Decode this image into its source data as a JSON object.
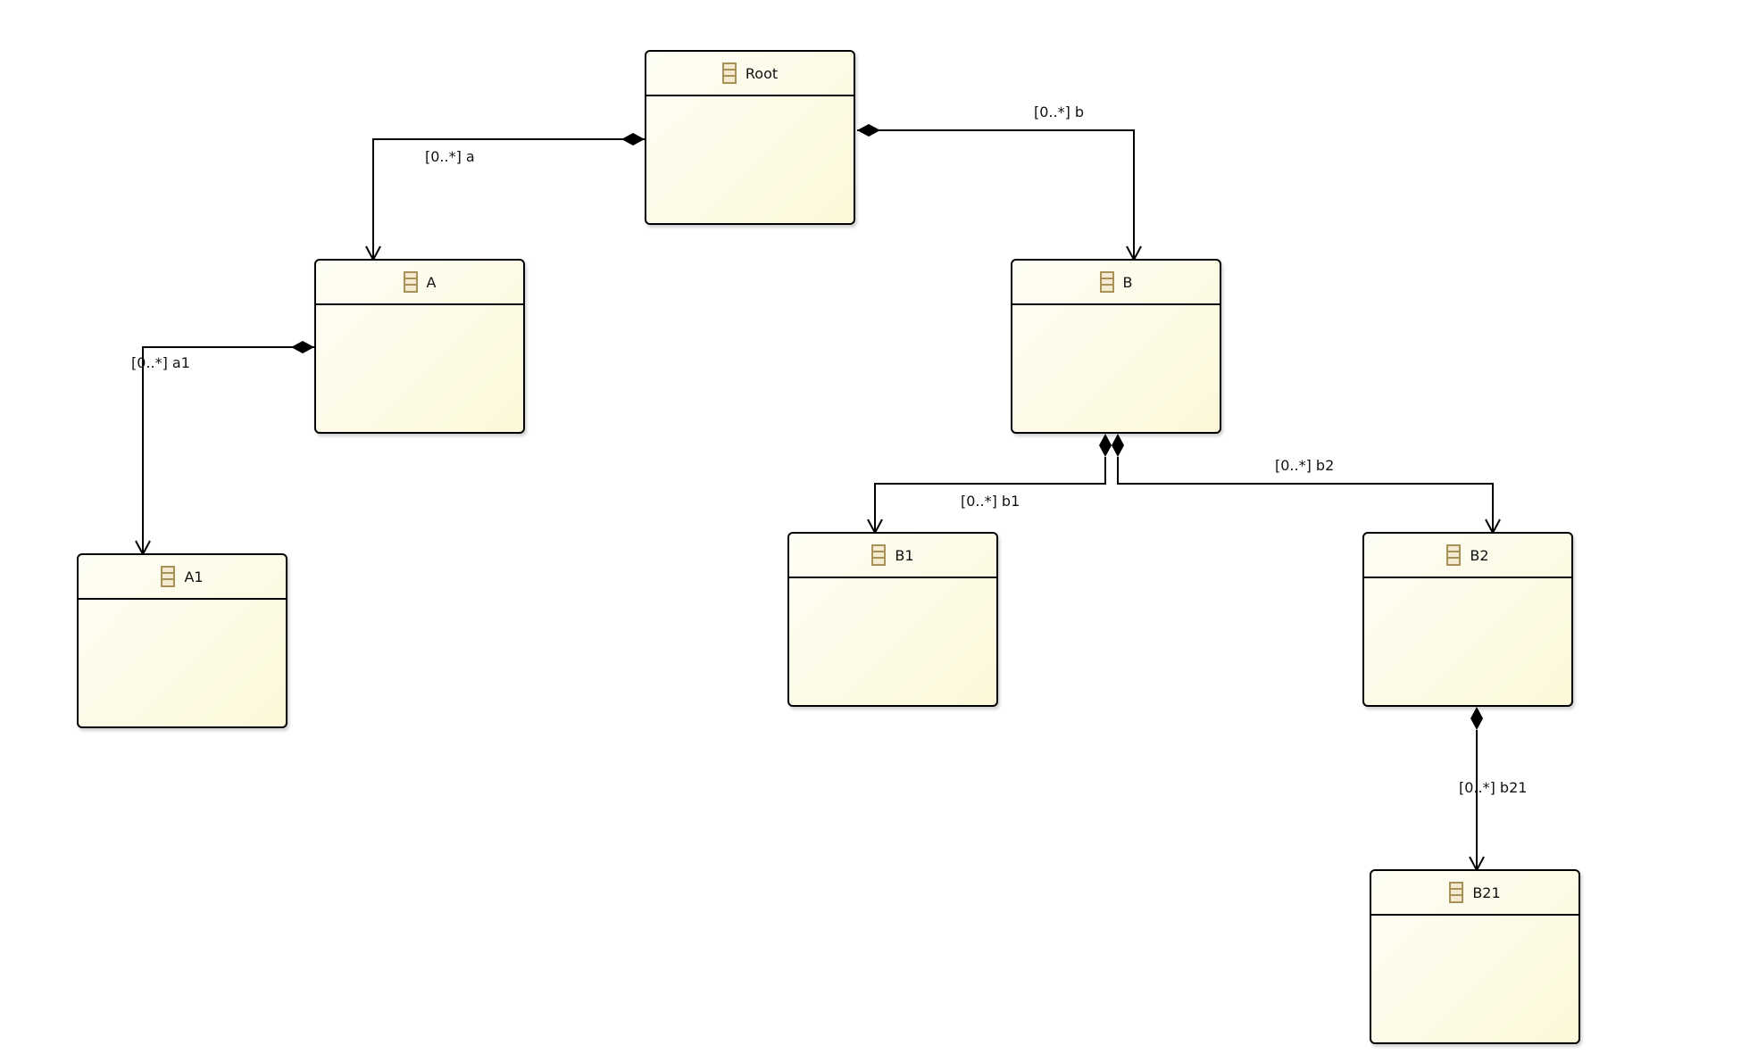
{
  "diagram": {
    "classes": {
      "root": {
        "name": "Root",
        "icon": "class-icon"
      },
      "a": {
        "name": "A",
        "icon": "class-icon"
      },
      "b": {
        "name": "B",
        "icon": "class-icon"
      },
      "a1": {
        "name": "A1",
        "icon": "class-icon"
      },
      "b1": {
        "name": "B1",
        "icon": "class-icon"
      },
      "b2": {
        "name": "B2",
        "icon": "class-icon"
      },
      "b21": {
        "name": "B21",
        "icon": "class-icon"
      }
    },
    "references": {
      "root_a": {
        "label": "[0..*] a",
        "from": "Root",
        "to": "A",
        "kind": "containment"
      },
      "root_b": {
        "label": "[0..*] b",
        "from": "Root",
        "to": "B",
        "kind": "containment"
      },
      "a_a1": {
        "label": "[0..*] a1",
        "from": "A",
        "to": "A1",
        "kind": "containment"
      },
      "b_b1": {
        "label": "[0..*] b1",
        "from": "B",
        "to": "B1",
        "kind": "containment"
      },
      "b_b2": {
        "label": "[0..*] b2",
        "from": "B",
        "to": "B2",
        "kind": "containment"
      },
      "b2_b21": {
        "label": "[0..*] b21",
        "from": "B2",
        "to": "B21",
        "kind": "containment"
      }
    },
    "colors": {
      "class_fill": "#fdfbe6",
      "class_border": "#000000",
      "icon": "#a8925a"
    }
  }
}
